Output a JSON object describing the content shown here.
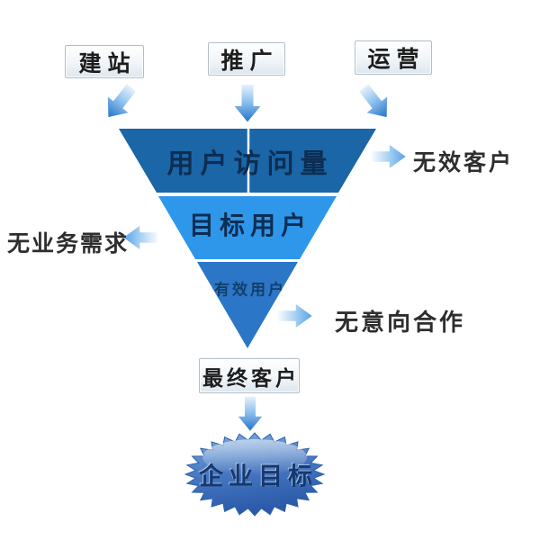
{
  "top_boxes": [
    {
      "label": "建站"
    },
    {
      "label": "推广"
    },
    {
      "label": "运营"
    }
  ],
  "funnel": {
    "levels": [
      {
        "label": "用户访问量",
        "color": "#1A66A7"
      },
      {
        "label": "目标用户",
        "color": "#2E97EA"
      },
      {
        "label": "有效用户",
        "color": "#2B76C6"
      }
    ],
    "divider_color": "#FFFFFF"
  },
  "leak_labels": [
    {
      "label": "无效客户",
      "side": "right"
    },
    {
      "label": "无业务需求",
      "side": "left"
    },
    {
      "label": "无意向合作",
      "side": "right"
    }
  ],
  "final_box": {
    "label": "最终客户"
  },
  "goal": {
    "label": "企业目标"
  },
  "colors": {
    "arrow_tail": "#EAF4FC",
    "arrow_head": "#1E6FC4",
    "side_arrow_tail": "#FBFDFF",
    "side_arrow_head": "#4FA0EA",
    "burst_top": "#7EAEDE",
    "burst_bottom": "#2A5AA9",
    "burst_edge": "#2F62AC"
  }
}
